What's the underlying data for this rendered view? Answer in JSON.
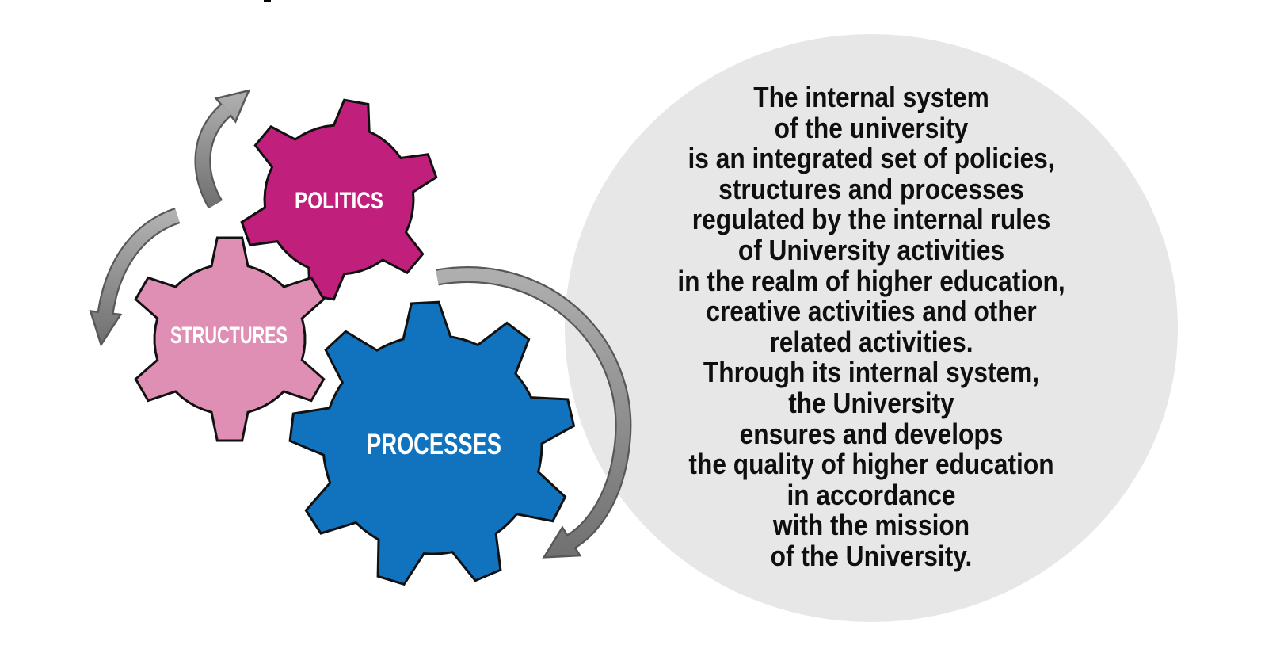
{
  "colors": {
    "background": "#ffffff",
    "politics": "#c0207c",
    "structures": "#df8fb3",
    "processes": "#1173bd",
    "gear_outline": "#111111",
    "arrow_light": "#b2b2b2",
    "arrow_dark": "#6f6f6f",
    "arrow_outline": "#58585a",
    "circle_fill": "#e7e7e7",
    "body_text": "#0f0f0f",
    "label_text": "#ffffff"
  },
  "gears": [
    {
      "label": "POLITICS"
    },
    {
      "label": "STRUCTURES"
    },
    {
      "label": "PROCESSES"
    }
  ],
  "circle": {
    "lines": [
      "The internal system",
      "of the university",
      "is an integrated set of policies,",
      "structures and processes",
      "regulated by the internal rules",
      "of University activities",
      "in the realm of higher education,",
      "creative activities and other",
      "related activities.",
      "Through its internal system,",
      "the University",
      "ensures and develops",
      "the quality of higher education",
      "in accordance",
      "with the mission",
      "of the University."
    ]
  }
}
